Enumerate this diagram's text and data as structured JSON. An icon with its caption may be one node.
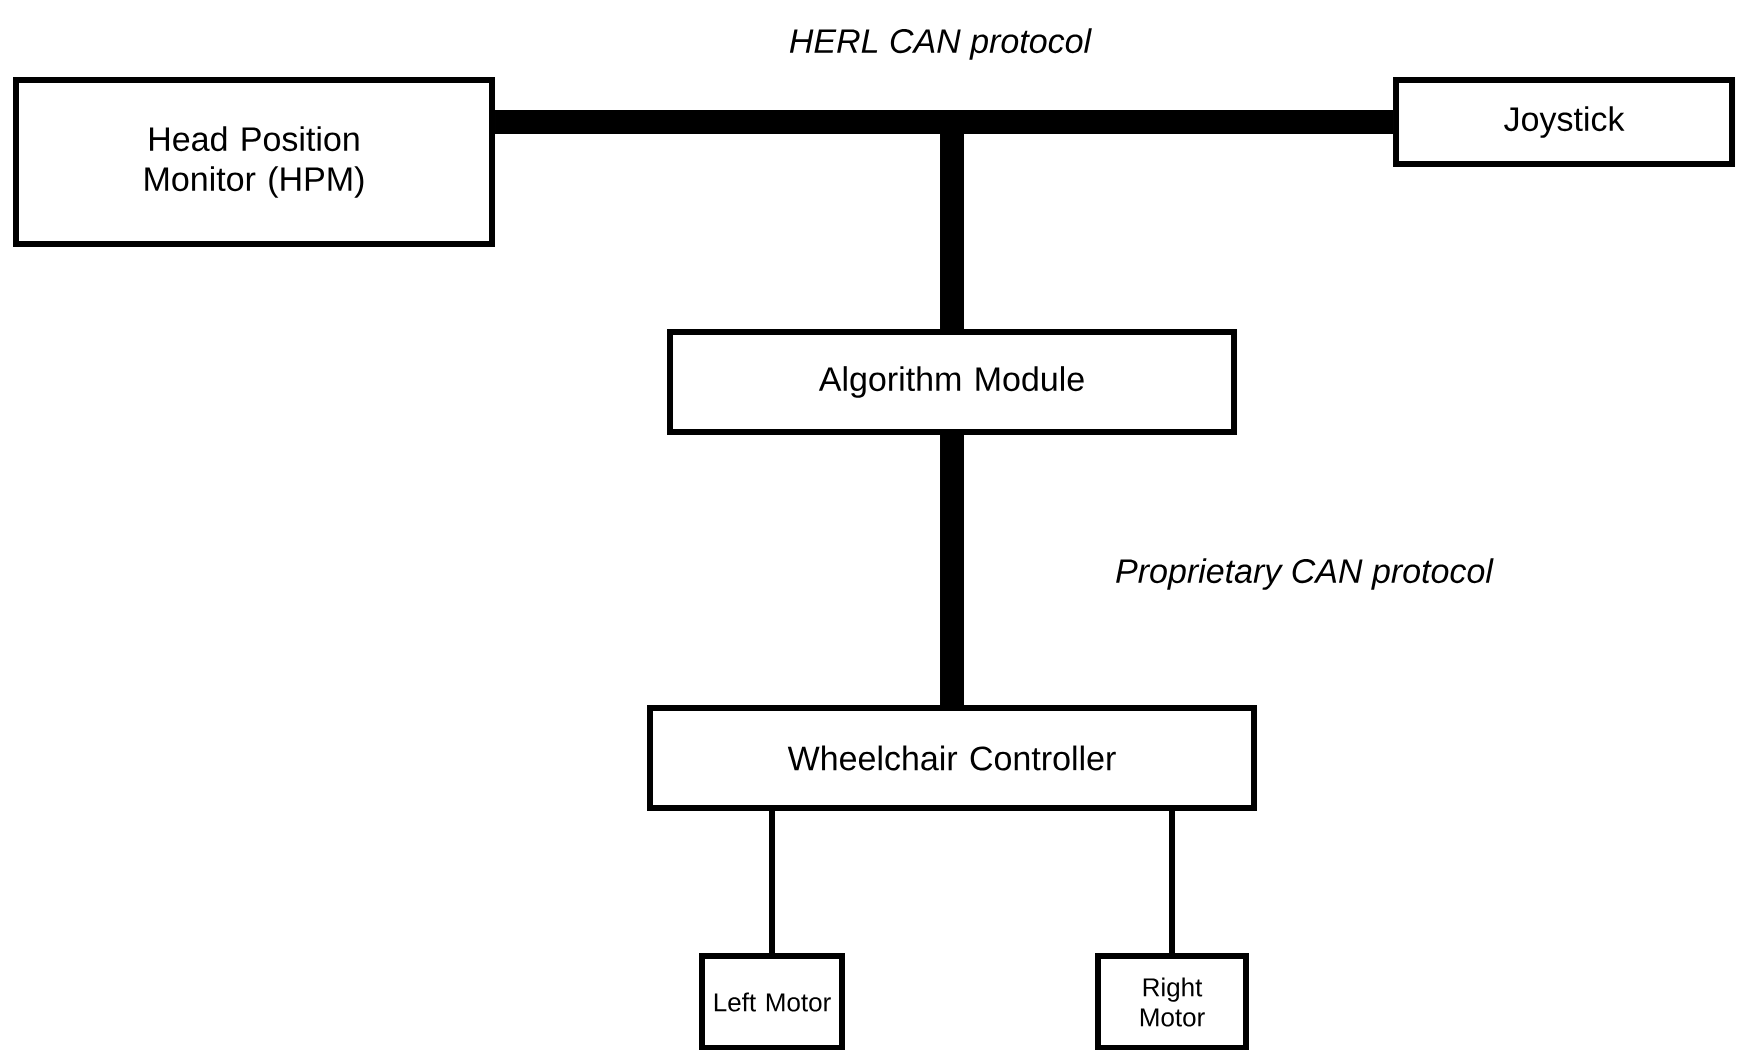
{
  "diagram": {
    "nodes": [
      {
        "text": [
          "Head Position Monitor (HPM)"
        ]
      },
      {
        "text": [
          "Joystick"
        ]
      },
      {
        "text": [
          "Algorithm Module"
        ]
      },
      {
        "text": [
          "Wheelchair Controller"
        ]
      },
      {
        "text": [
          "Left Motor"
        ]
      },
      {
        "text": [
          "Right Motor"
        ]
      }
    ],
    "edges": [
      {
        "from": 0,
        "to": 1,
        "arrow": "none",
        "label": "HERL CAN protocol"
      },
      {
        "from": 0,
        "to": 2,
        "arrow": "none"
      },
      {
        "from": 1,
        "to": 2,
        "arrow": "none"
      },
      {
        "from": 2,
        "to": 3,
        "arrow": "none",
        "label": "Proprietary CAN protocol"
      },
      {
        "from": 3,
        "to": 4,
        "arrow": "none"
      },
      {
        "from": 3,
        "to": 5,
        "arrow": "none"
      }
    ]
  }
}
